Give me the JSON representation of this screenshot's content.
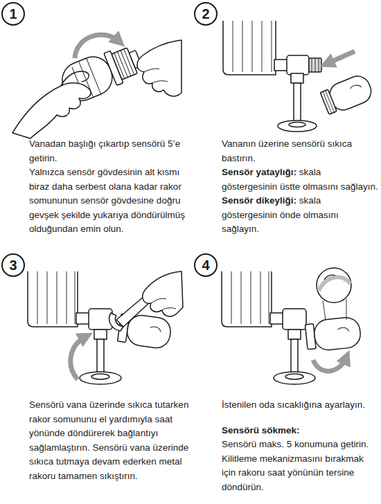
{
  "diagram": {
    "nodes": [
      {
        "text": [
          "1"
        ]
      },
      {
        "text": [
          "2"
        ]
      },
      {
        "text": [
          "3"
        ]
      },
      {
        "text": [
          "4"
        ]
      }
    ],
    "labels": [
      "Vanadan başlığı çıkartıp sensörü 5’e getirin.",
      "Yalnızca sensör gövdesinin alt kısmı biraz daha serbest olana kadar rakor somununun sensör gövdesine doğru gevşek şekilde yukarıya döndürülmüş olduğundan emin olun.",
      "Vananın üzerine sensörü sıkıca bastırın.",
      "Sensör yataylığı:",
      "skala göstergesinin üstte olmasını sağlayın.",
      "Sensör dikeyliği:",
      "skala göstergesinin önde olmasını sağlayın.",
      "Sensörü vana üzerinde sıkıca tutarken rakor somununu el yardımıyla saat yönünde döndürerek bağlantıyı sağlamlaştırın. Sensörü vana üzerinde sıkıca tutmaya devam ederken metal rakoru tamamen sıkıştırın.",
      "İstenilen oda sıcaklığına ayarlayın.",
      "Sensörü sökmek:",
      "Sensörü maks. 5 konumuna getirin. Kilitleme mekanizmasını bırakmak için rakoru saat yönünün tersine döndürün."
    ]
  }
}
